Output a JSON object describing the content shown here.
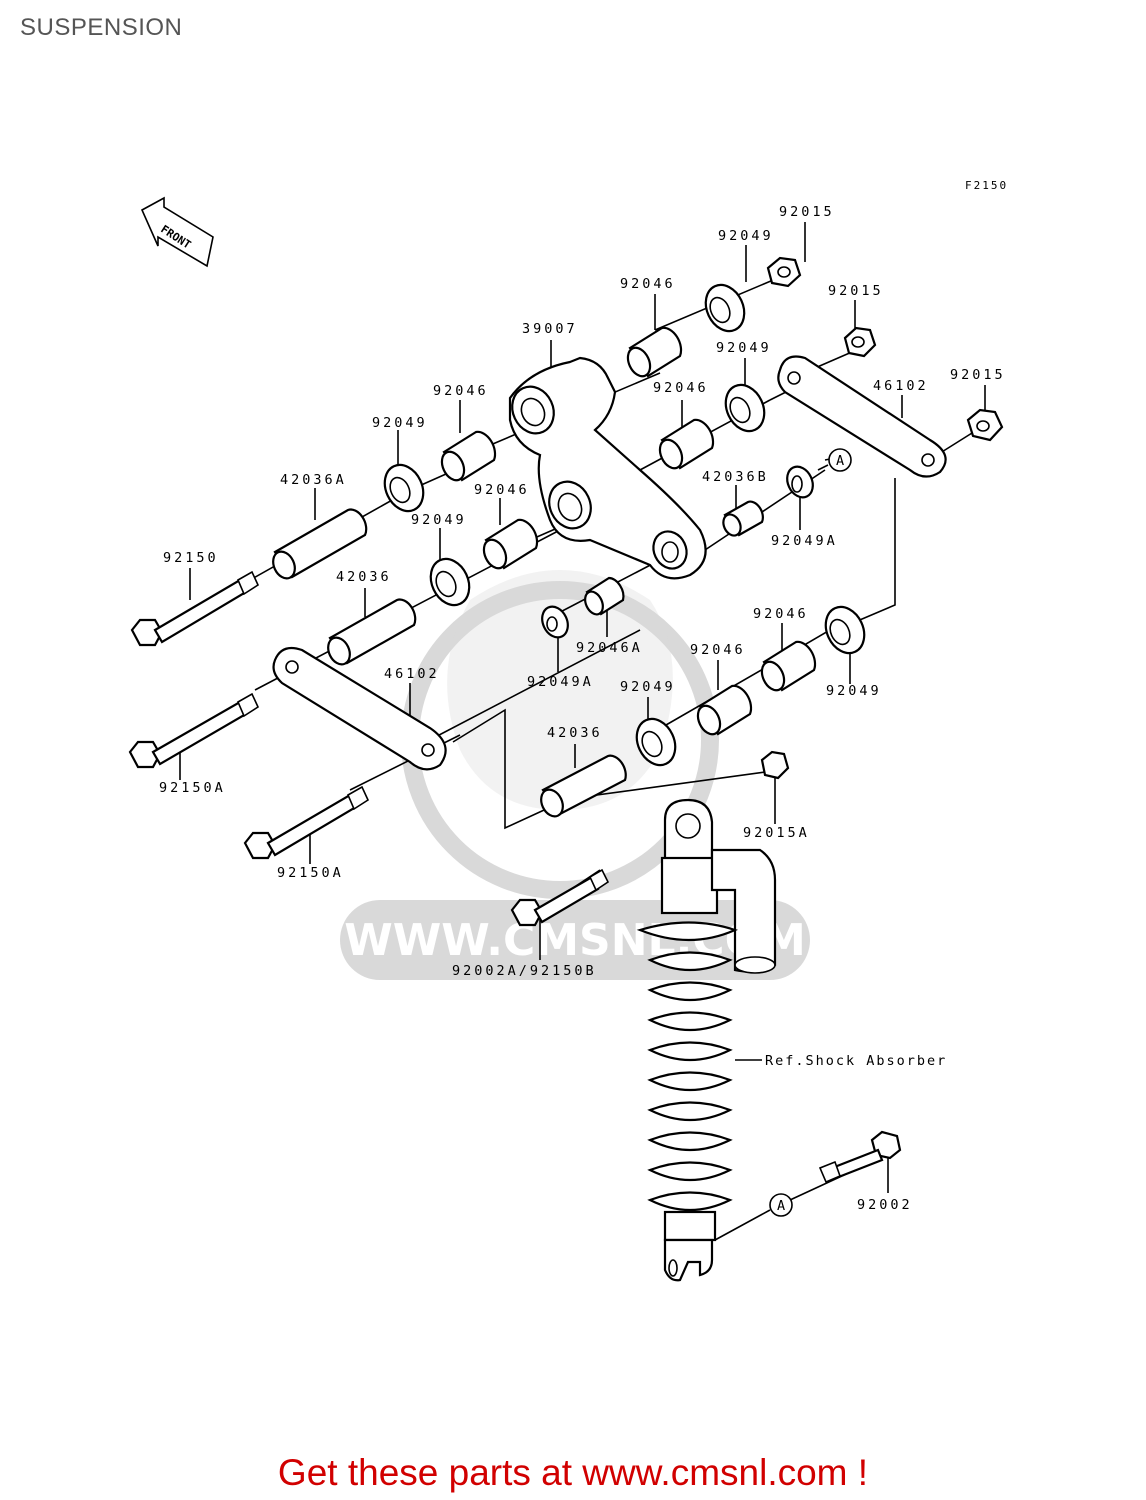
{
  "page": {
    "title": "SUSPENSION"
  },
  "figure": {
    "code": "F2150",
    "front_marker": "FRONT"
  },
  "parts": {
    "p_92015_top": "92015",
    "p_92049_top": "92049",
    "p_92046_top": "92046",
    "p_92015_mid": "92015",
    "p_39007": "39007",
    "p_92049_mid": "92049",
    "p_46102_right": "46102",
    "p_92015_right": "92015",
    "p_92046_left": "92046",
    "p_92046_mid": "92046",
    "p_92049_left": "92049",
    "p_42036B": "42036B",
    "p_ref_A_top": "A",
    "p_42036A": "42036A",
    "p_92046_center": "92046",
    "p_92049_center": "92049",
    "p_92049A_right": "92049A",
    "p_92150": "92150",
    "p_42036_left": "42036",
    "p_92046A": "92046A",
    "p_92046_low": "92046",
    "p_92049A_center": "92049A",
    "p_46102_left": "46102",
    "p_92046_lower": "92046",
    "p_92049_low_right": "92049",
    "p_92049_low": "92049",
    "p_92150A_left": "92150A",
    "p_42036_low": "42036",
    "p_92015A": "92015A",
    "p_92150A_low": "92150A",
    "p_92002A_92150B": "92002A/92150B",
    "p_ref_shock": "Ref.Shock Absorber",
    "p_92002": "92002",
    "p_ref_A_bottom": "A"
  },
  "watermark": {
    "text": "WWW.CMSNL.COM"
  },
  "footer": {
    "cta": "Get these parts at www.cmsnl.com !"
  }
}
